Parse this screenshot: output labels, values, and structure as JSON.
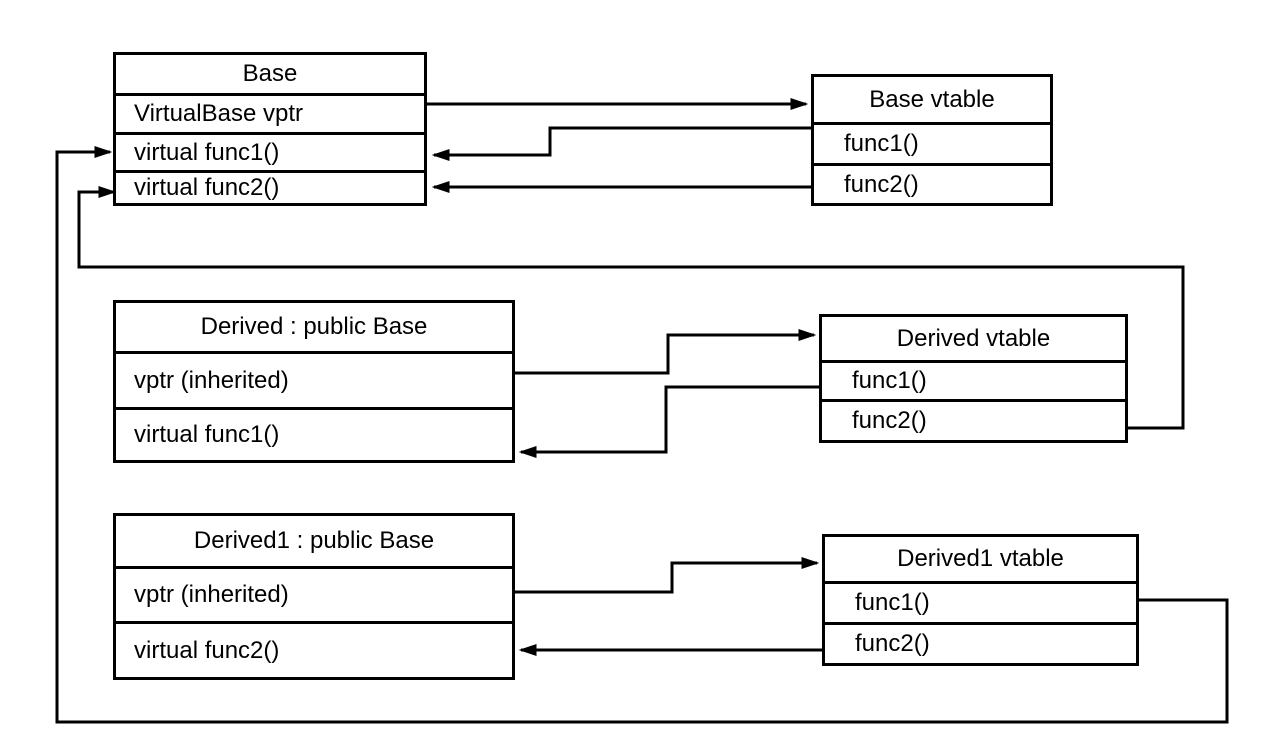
{
  "diagram": {
    "background_color": "#ffffff",
    "line_color": "#000000",
    "text_color": "#000000"
  },
  "boxes": {
    "base": {
      "title": "Base",
      "rows": [
        "VirtualBase vptr",
        "virtual func1()",
        "virtual func2()"
      ]
    },
    "base_vtable": {
      "title": "Base vtable",
      "rows": [
        "func1()",
        "func2()"
      ]
    },
    "derived": {
      "title": "Derived : public Base",
      "rows": [
        "vptr (inherited)",
        "virtual func1()"
      ]
    },
    "derived_vtable": {
      "title": "Derived vtable",
      "rows": [
        "func1()",
        "func2()"
      ]
    },
    "derived1": {
      "title": "Derived1 : public Base",
      "rows": [
        "vptr (inherited)",
        "virtual func2()"
      ]
    },
    "derived1_vtable": {
      "title": "Derived1 vtable",
      "rows": [
        "func1()",
        "func2()"
      ]
    }
  },
  "connections": [
    {
      "from": "Base.VirtualBase vptr",
      "to": "Base vtable"
    },
    {
      "from": "Base vtable.func1()",
      "to": "Base.virtual func1()"
    },
    {
      "from": "Base vtable.func2()",
      "to": "Base.virtual func2()"
    },
    {
      "from": "Derived.vptr (inherited)",
      "to": "Derived vtable"
    },
    {
      "from": "Derived vtable.func1()",
      "to": "Derived.virtual func1()"
    },
    {
      "from": "Derived vtable.func2()",
      "to": "Base.virtual func2()"
    },
    {
      "from": "Derived1.vptr (inherited)",
      "to": "Derived1 vtable"
    },
    {
      "from": "Derived1 vtable.func1()",
      "to": "Base.virtual func1()"
    },
    {
      "from": "Derived1 vtable.func2()",
      "to": "Derived1.virtual func2()"
    }
  ]
}
